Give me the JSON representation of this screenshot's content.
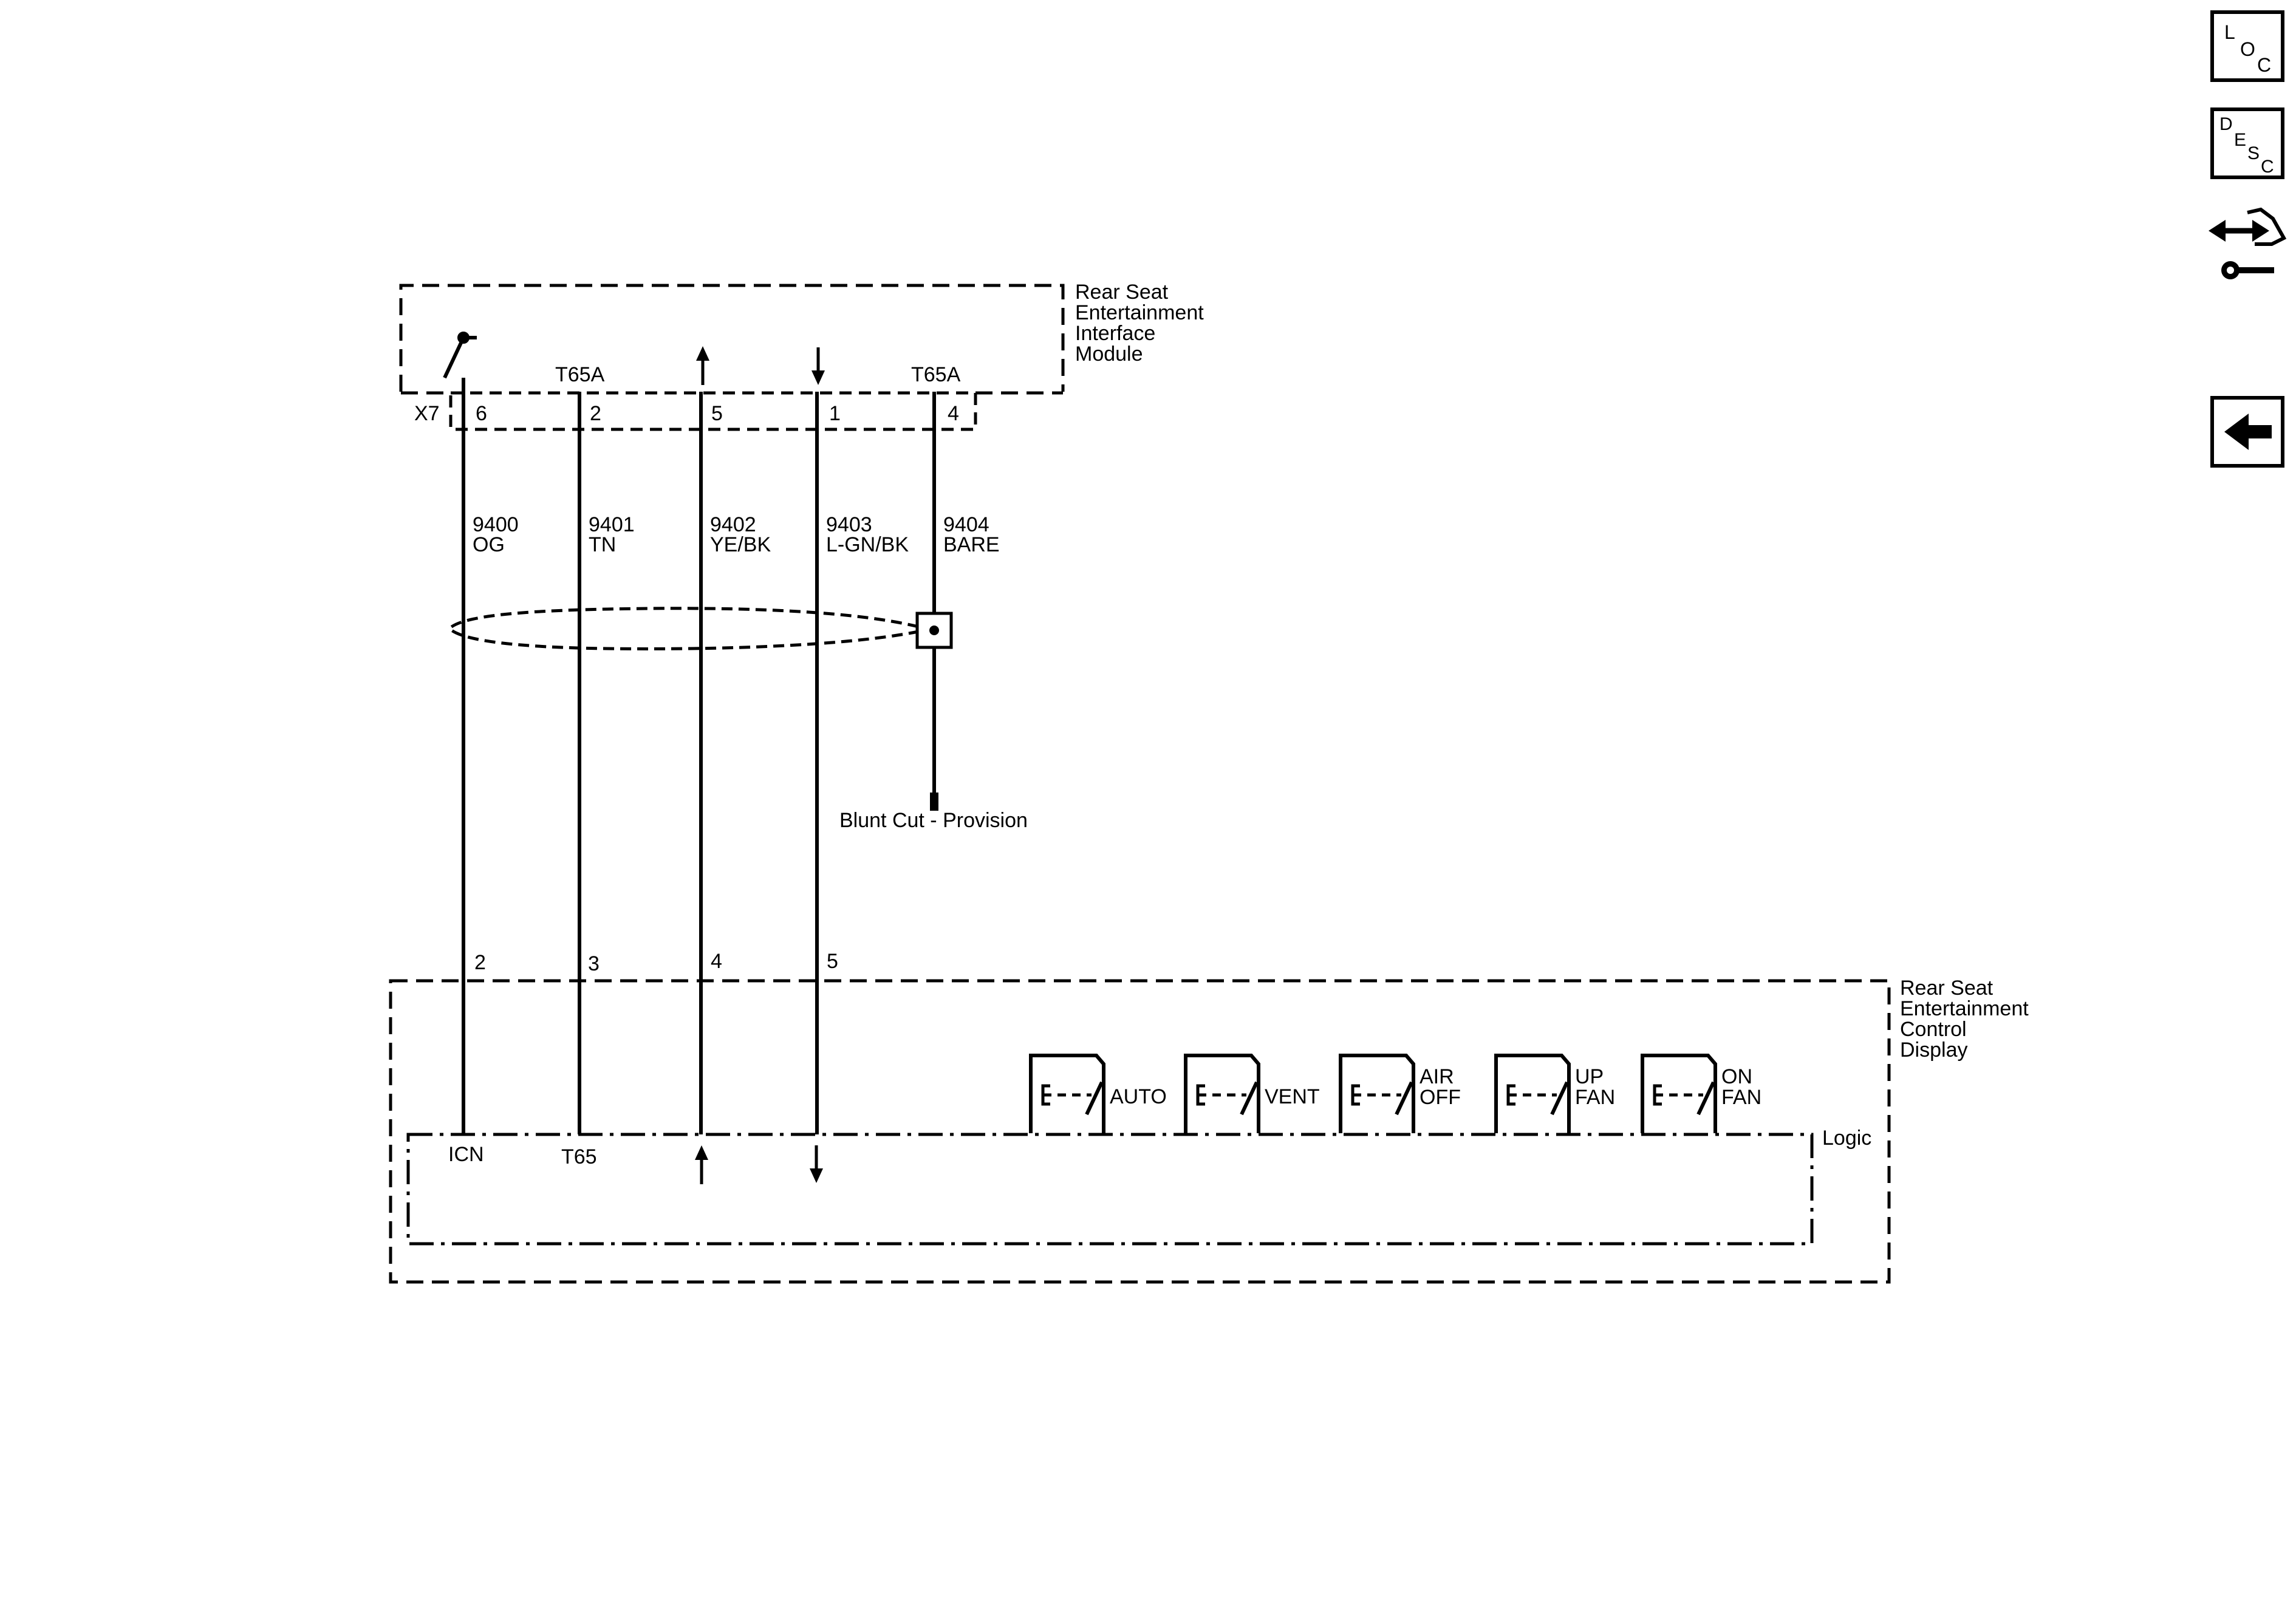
{
  "upper_module": {
    "name_lines": [
      "Rear Seat",
      "Entertainment",
      "Interface",
      "Module"
    ],
    "connector": "X7"
  },
  "lower_module": {
    "name_lines": [
      "Rear Seat",
      "Entertainment",
      "Control",
      "Display"
    ],
    "logic_label": "Logic"
  },
  "wires": [
    {
      "circuit": "9400",
      "color": "OG",
      "top_pin": "6",
      "top_label": "",
      "bottom_pin": "2",
      "bottom_label": "ICN"
    },
    {
      "circuit": "9401",
      "color": "TN",
      "top_pin": "2",
      "top_label": "T65A",
      "bottom_pin": "3",
      "bottom_label": "T65"
    },
    {
      "circuit": "9402",
      "color": "YE/BK",
      "top_pin": "5",
      "top_label": "",
      "bottom_pin": "4",
      "bottom_label": ""
    },
    {
      "circuit": "9403",
      "color": "L-GN/BK",
      "top_pin": "1",
      "top_label": "",
      "bottom_pin": "5",
      "bottom_label": ""
    },
    {
      "circuit": "9404",
      "color": "BARE",
      "top_pin": "4",
      "top_label": "T65A",
      "bottom_pin": "",
      "bottom_label": ""
    }
  ],
  "drain_termination": "Blunt Cut -  Provision",
  "switches": [
    {
      "label_lines": [
        "AUTO"
      ]
    },
    {
      "label_lines": [
        "VENT"
      ]
    },
    {
      "label_lines": [
        "AIR",
        "OFF"
      ]
    },
    {
      "label_lines": [
        "UP",
        "FAN"
      ]
    },
    {
      "label_lines": [
        "ON",
        "FAN"
      ]
    }
  ],
  "side_buttons": {
    "loc": [
      "L",
      "O",
      "C"
    ],
    "desc": [
      "D",
      "E",
      "S",
      "C"
    ],
    "connector_icon": "connector-repair-icon",
    "back_icon": "back-arrow-icon"
  }
}
